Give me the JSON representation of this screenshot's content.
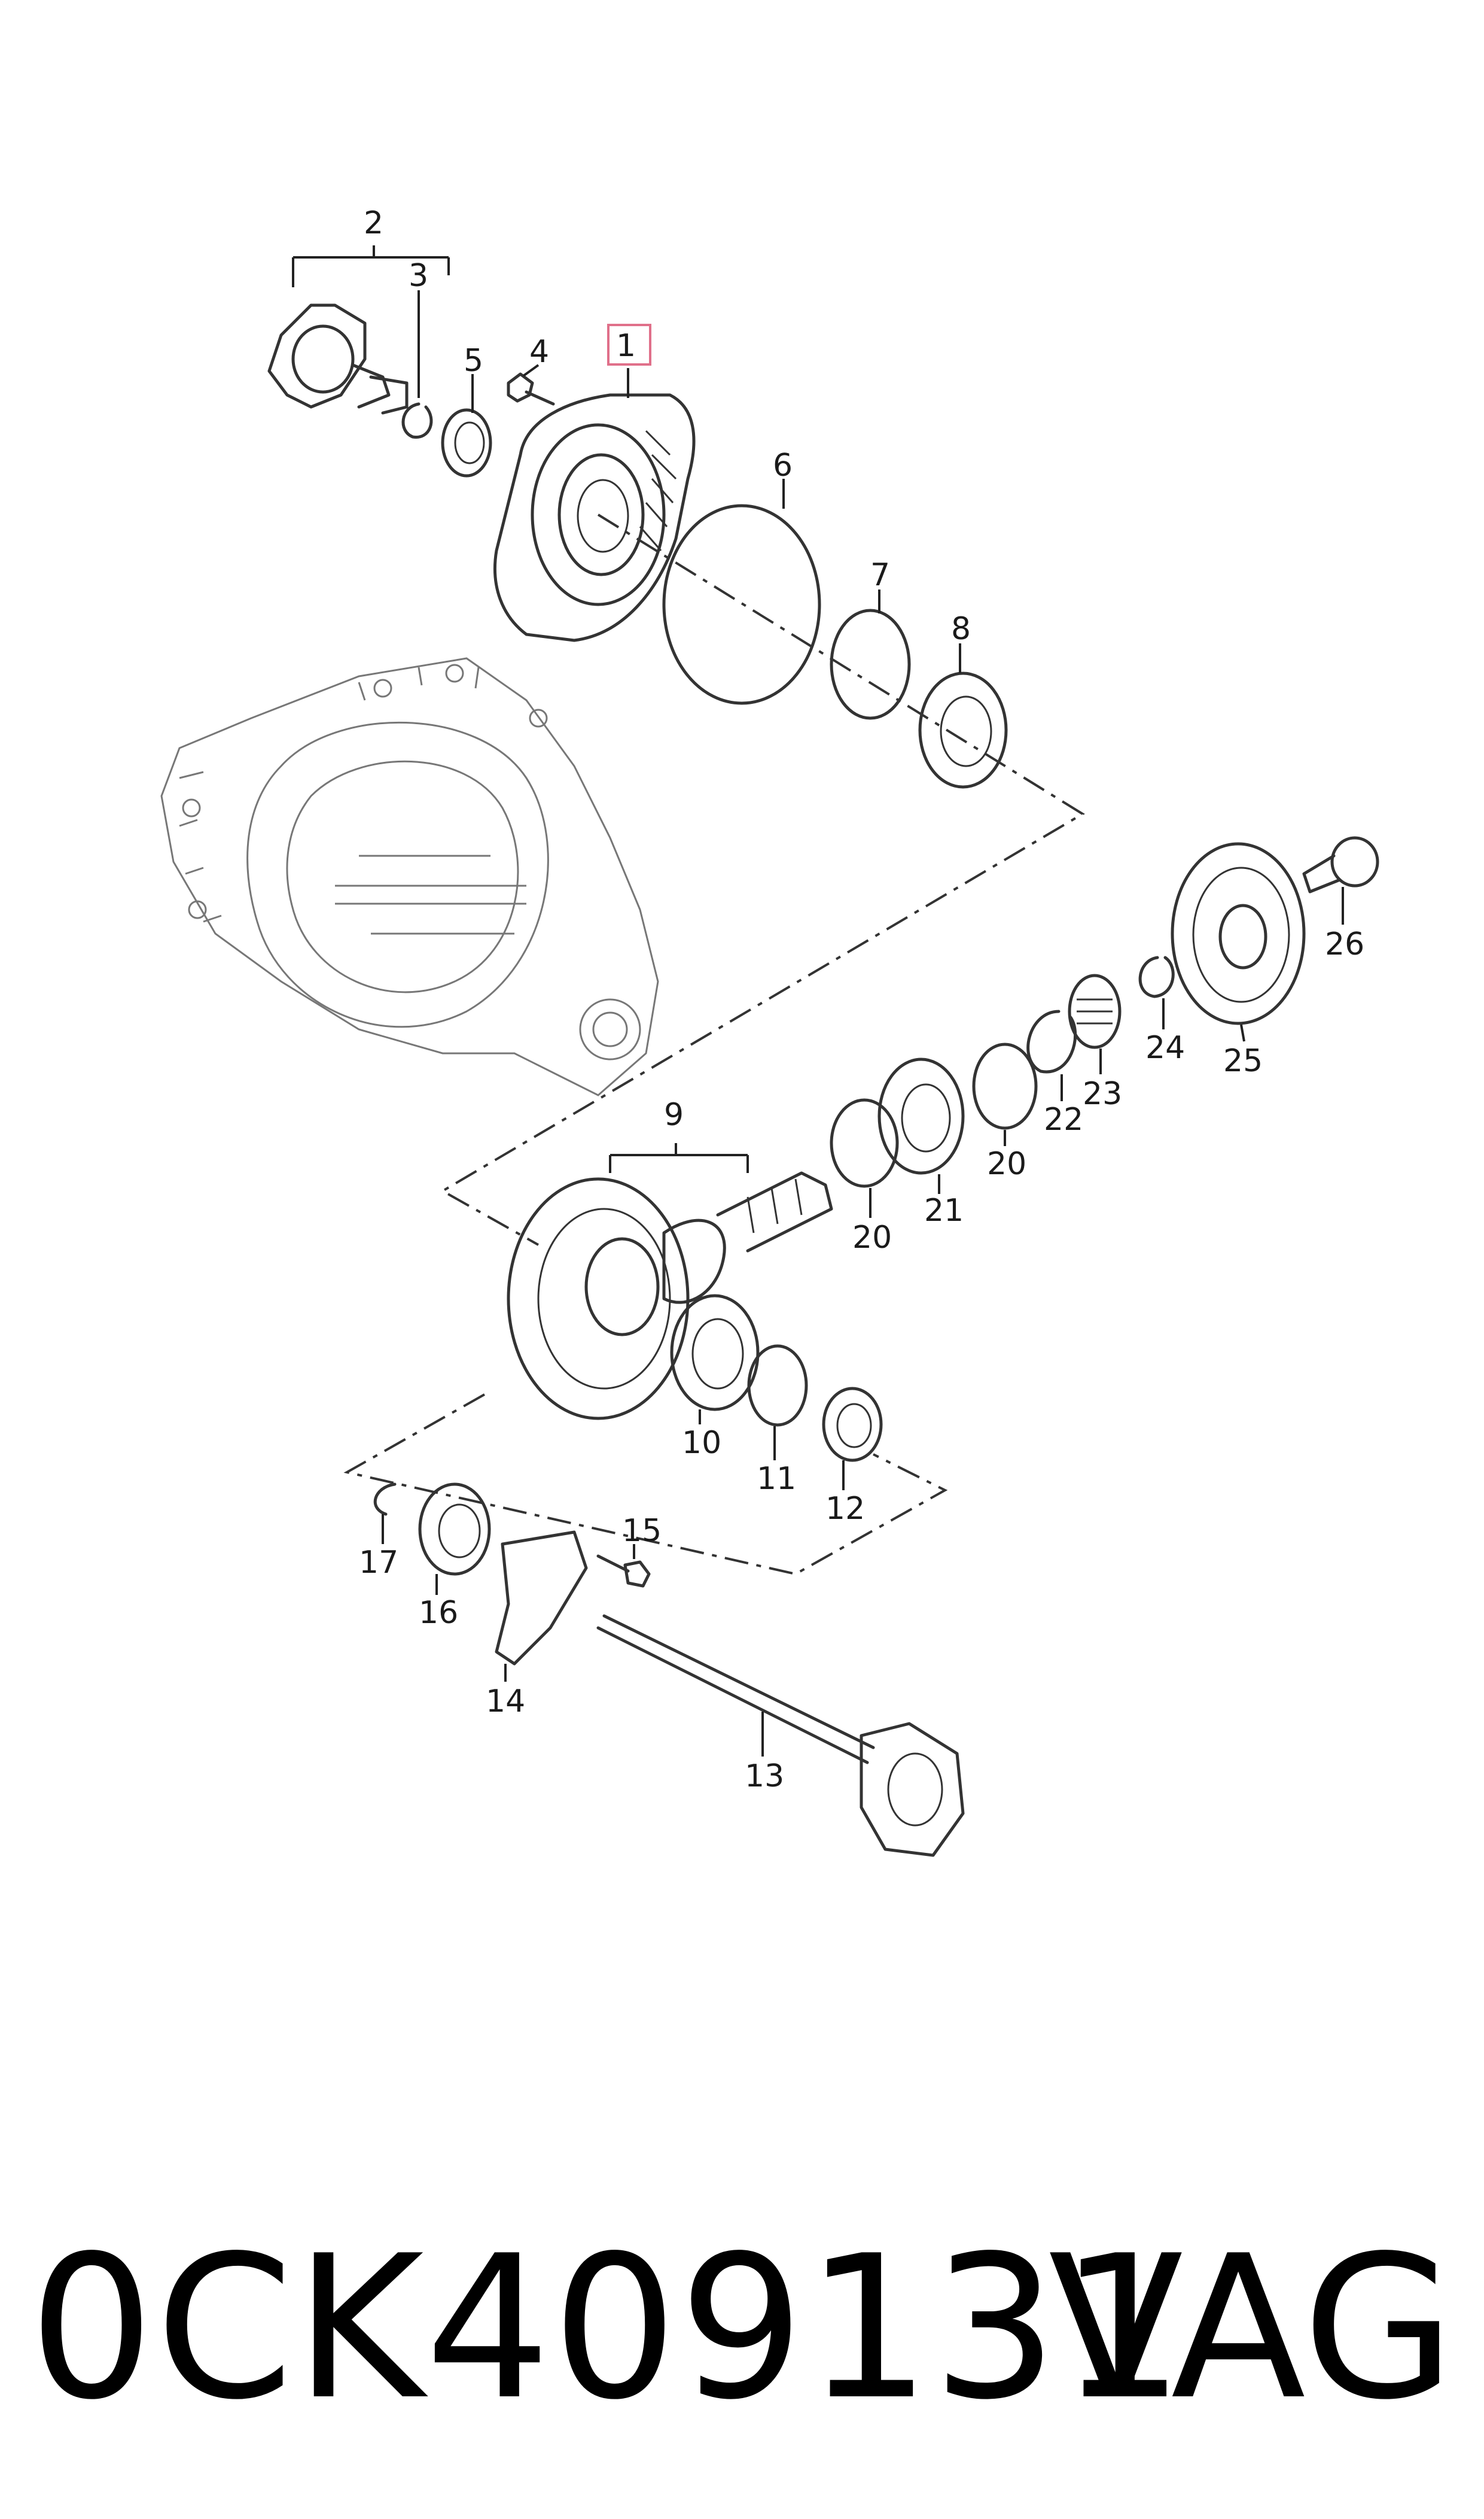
{
  "diagram": {
    "highlight_color": "#e0708a",
    "highlighted_callout": "1",
    "callouts": [
      "1",
      "2",
      "3",
      "4",
      "5",
      "6",
      "7",
      "8",
      "9",
      "10",
      "11",
      "12",
      "13",
      "14",
      "15",
      "16",
      "17",
      "20",
      "20",
      "21",
      "22",
      "23",
      "24",
      "25",
      "26"
    ]
  },
  "footer": {
    "part_number": "0CK409131",
    "brand": "VAG"
  }
}
